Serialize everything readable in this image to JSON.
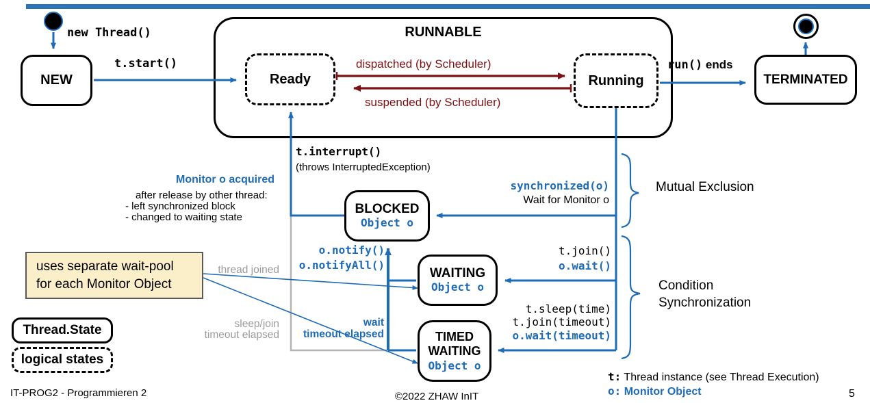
{
  "states": {
    "new": "NEW",
    "runnable": "RUNNABLE",
    "ready": "Ready",
    "running": "Running",
    "terminated": "TERMINATED",
    "blocked": {
      "name": "BLOCKED",
      "object": "Object o"
    },
    "waiting": {
      "name": "WAITING",
      "object": "Object o"
    },
    "timed_waiting": {
      "name_line1": "TIMED",
      "name_line2": "WAITING",
      "object": "Object o"
    }
  },
  "transitions": {
    "new_thread": "new Thread()",
    "t_start": "t.start()",
    "dispatched": "dispatched (by Scheduler)",
    "suspended": "suspended (by Scheduler)",
    "run_ends_code": "run()",
    "run_ends_text": "ends",
    "t_interrupt": "t.interrupt()",
    "t_interrupt_note": "(throws InterruptedException)",
    "monitor_acquired_title": "Monitor o acquired",
    "monitor_acquired_line1": "after release by other thread:",
    "monitor_acquired_line2": "- left synchronized block",
    "monitor_acquired_line3": "- changed to waiting state",
    "synchronized_o": "synchronized(o)",
    "wait_for_monitor": "Wait for Monitor o",
    "o_notify": "o.notify()",
    "o_notify_all": "o.notifyAll()",
    "thread_joined": "thread joined",
    "t_join": "t.join()",
    "o_wait": "o.wait()",
    "t_sleep_time": "t.sleep(time)",
    "t_join_timeout": "t.join(timeout)",
    "o_wait_timeout": "o.wait(timeout)",
    "sleep_join_line1": "sleep/join",
    "sleep_join_line2": "timeout elapsed",
    "wait_elapsed_line1": "wait",
    "wait_elapsed_line2": "timeout elapsed"
  },
  "annotations": {
    "mutual_exclusion": "Mutual Exclusion",
    "condition_sync_line1": "Condition",
    "condition_sync_line2": "Synchronization",
    "note_line1": "uses separate wait-pool",
    "note_line2": "for each Monitor Object"
  },
  "legend": {
    "thread_state": "Thread.State",
    "logical_states": "logical states",
    "t_label": "t:",
    "t_desc": "Thread instance (see Thread Execution)",
    "o_label": "o:",
    "o_desc": "Monitor Object"
  },
  "footer": {
    "course": "IT-PROG2 - Programmieren 2",
    "copyright": "©2022 ZHAW InIT",
    "page": "5"
  },
  "colors": {
    "accent_blue": "#1E6BB8",
    "bar_blue": "#2E74B5",
    "dark_red": "#7C1013",
    "gray_text": "#9B9B9B",
    "gray_line": "#B3B3B3",
    "note_bg": "#FBEFC9"
  }
}
